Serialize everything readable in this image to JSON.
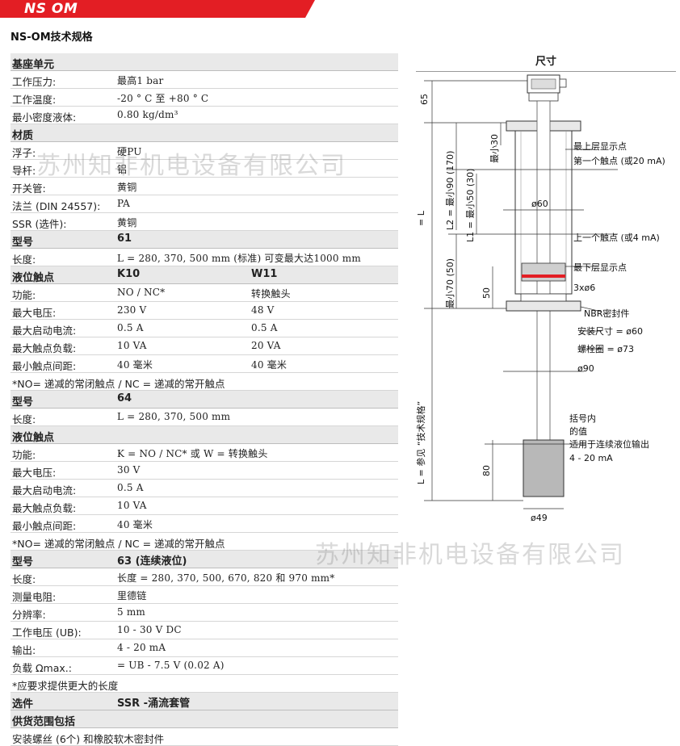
{
  "brand": {
    "banner_text": "NS OM",
    "banner_color": "#e31e24"
  },
  "doc_title": "NS-OM技术规格",
  "dimension_header": "尺寸",
  "rows": [
    {
      "type": "section",
      "c1": "基座单元"
    },
    {
      "type": "data",
      "c1": "工作压力:",
      "c2": "最高1 bar"
    },
    {
      "type": "data",
      "c1": "工作温度:",
      "c2": "-20 ° C 至 +80 ° C"
    },
    {
      "type": "data",
      "c1": "最小密度液体:",
      "c2": "0.80 kg/dm³"
    },
    {
      "type": "section",
      "c1": "材质"
    },
    {
      "type": "data",
      "c1": "浮子:",
      "c2": "硬PU"
    },
    {
      "type": "data",
      "c1": "导杆:",
      "c2": "铝"
    },
    {
      "type": "data",
      "c1": "开关管:",
      "c2": "黄铜"
    },
    {
      "type": "data",
      "c1": "法兰 (DIN 24557):",
      "c2": "PA"
    },
    {
      "type": "data",
      "c1": "SSR (选件):",
      "c2": "黄铜"
    },
    {
      "type": "section",
      "c1": "型号",
      "c2": "61"
    },
    {
      "type": "data",
      "c1": "长度:",
      "c2": "L = 280, 370, 500 mm (标准) 可变最大达1000 mm"
    },
    {
      "type": "section",
      "c1": "液位触点",
      "c2": "K10",
      "c3": "W11"
    },
    {
      "type": "data",
      "c1": "功能:",
      "c2": "NO / NC*",
      "c3": "转换触头"
    },
    {
      "type": "data",
      "c1": "最大电压:",
      "c2": "230 V",
      "c3": "48 V"
    },
    {
      "type": "data",
      "c1": "最大启动电流:",
      "c2": "0.5 A",
      "c3": "0.5 A"
    },
    {
      "type": "data",
      "c1": "最大触点负载:",
      "c2": "10 VA",
      "c3": "20 VA"
    },
    {
      "type": "data",
      "c1": "最小触点间距:",
      "c2": "40 毫米",
      "c3": "40 毫米"
    },
    {
      "type": "note",
      "c1": "*NO= 递减的常闭触点 / NC = 递减的常开触点"
    },
    {
      "type": "section",
      "c1": "型号",
      "c2": "64"
    },
    {
      "type": "data",
      "c1": "长度:",
      "c2": "L = 280, 370, 500 mm"
    },
    {
      "type": "section",
      "c1": "液位触点"
    },
    {
      "type": "data",
      "c1": "功能:",
      "c2": "K = NO / NC* 或 W = 转换触头"
    },
    {
      "type": "data",
      "c1": "最大电压:",
      "c2": "30 V"
    },
    {
      "type": "data",
      "c1": "最大启动电流:",
      "c2": "0.5 A"
    },
    {
      "type": "data",
      "c1": "最大触点负载:",
      "c2": "10 VA"
    },
    {
      "type": "data",
      "c1": "最小触点间距:",
      "c2": "40 毫米"
    },
    {
      "type": "note",
      "c1": "*NO= 递减的常闭触点 / NC = 递减的常开触点"
    },
    {
      "type": "section",
      "c1": "型号",
      "c2": "63 (连续液位)"
    },
    {
      "type": "data",
      "c1": "长度:",
      "c2": "长度 = 280, 370, 500, 670, 820 和 970 mm*"
    },
    {
      "type": "data",
      "c1": "测量电阻:",
      "c2": "里德链"
    },
    {
      "type": "data",
      "c1": "分辨率:",
      "c2": "5 mm"
    },
    {
      "type": "data",
      "c1": "工作电压 (UB):",
      "c2": "10 - 30 V DC"
    },
    {
      "type": "data",
      "c1": "输出:",
      "c2": "4 - 20 mA"
    },
    {
      "type": "data",
      "c1": "负载 Ωmax.:",
      "c2": "= UB - 7.5 V (0.02 A)"
    },
    {
      "type": "note",
      "c1": "*应要求提供更大的长度"
    },
    {
      "type": "section",
      "c1": "选件",
      "c2": "SSR -涌流套管"
    },
    {
      "type": "section",
      "c1": "供货范围包括"
    },
    {
      "type": "note",
      "c1": "安装螺丝 (6个) 和橡胶软木密封件"
    }
  ],
  "drawing": {
    "labels": {
      "d65": "65",
      "min30": "最小30",
      "l2": "L2 = 最小90 (170)",
      "l1": "L1 = 最小50 (30)",
      "eqL": "= L",
      "min70": "最小70 (50)",
      "d50": "50",
      "ref": "L = 参见 “技术规格”",
      "d80": "80",
      "d60": "ø60",
      "top_display": "最上层显示点",
      "first_contact": "第一个触点 (或20 mA)",
      "upper_contact": "上一个触点 (或4 mA)",
      "bottom_display": "最下层显示点",
      "holes": "3xø6",
      "nbr": "NBR密封件",
      "mount": "安装尺寸 = ø60",
      "bolt": "螺栓圈 = ø73",
      "d90": "ø90",
      "bracket1": "括号内",
      "bracket2": "的值",
      "bracket3": "适用于连续液位输出",
      "bracket4": "4 - 20 mA",
      "d49": "ø49"
    }
  },
  "watermark": "苏州知非机电设备有限公司"
}
